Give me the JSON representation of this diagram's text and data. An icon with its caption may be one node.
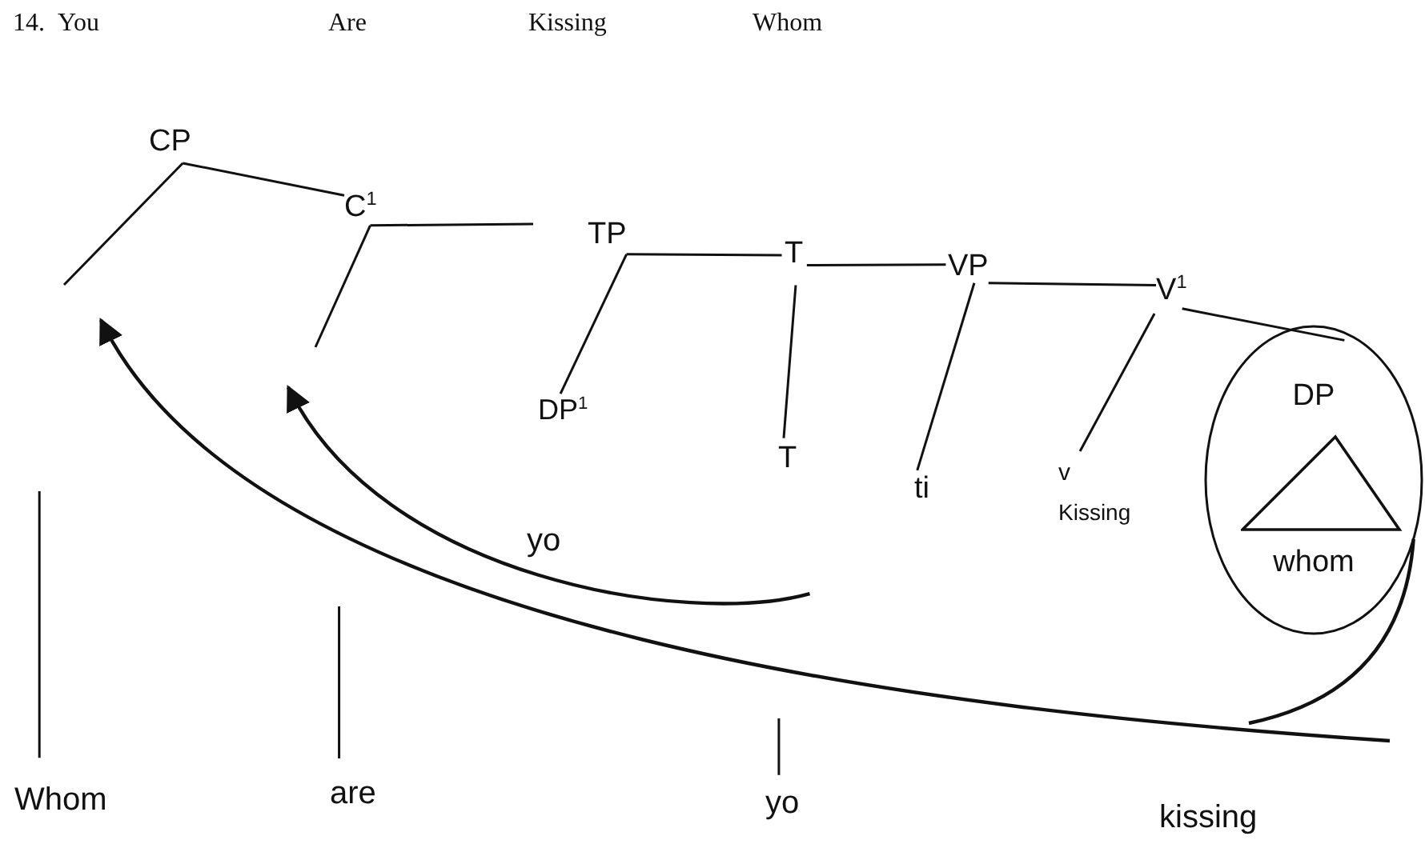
{
  "diagram": {
    "title": "14. You Are Kissing Whom",
    "nodes": [
      {
        "text": [
          "CP"
        ]
      },
      {
        "text": [
          "C$^{1}$"
        ]
      },
      {
        "text": [
          "TP"
        ]
      },
      {
        "text": [
          "T"
        ]
      },
      {
        "text": [
          "VP"
        ]
      },
      {
        "text": [
          "V$^{1}$"
        ]
      },
      {
        "text": [
          "DP",
          "whom"
        ]
      },
      {
        "text": [
          "DP$^{1}$"
        ]
      },
      {
        "text": [
          "T"
        ]
      },
      {
        "text": [
          "ti"
        ]
      },
      {
        "text": [
          "v",
          "Kissing"
        ]
      },
      {
        "text": [
          "yo"
        ]
      },
      {
        "text": [
          "Whom"
        ]
      },
      {
        "text": [
          "are"
        ]
      },
      {
        "text": [
          "yo"
        ]
      },
      {
        "text": [
          "kissing"
        ]
      },
      {
        "text": [],
        "shape": "triangle",
        "in": 6
      }
    ],
    "edges": [
      {
        "from": 0,
        "to": null,
        "arrow": "none"
      },
      {
        "from": 0,
        "to": 1,
        "arrow": "none"
      },
      {
        "from": 1,
        "to": null,
        "arrow": "none"
      },
      {
        "from": 1,
        "to": null,
        "arrow": "none"
      },
      {
        "from": 2,
        "to": 3,
        "arrow": "none"
      },
      {
        "from": 2,
        "to": 7,
        "arrow": "none"
      },
      {
        "from": 3,
        "to": 4,
        "arrow": "none"
      },
      {
        "from": 3,
        "to": 8,
        "arrow": "none"
      },
      {
        "from": 4,
        "to": 5,
        "arrow": "none"
      },
      {
        "from": 4,
        "to": 9,
        "arrow": "none"
      },
      {
        "from": 5,
        "to": 6,
        "arrow": "none"
      },
      {
        "from": 5,
        "to": 10,
        "arrow": "none"
      },
      {
        "from": null,
        "to": 12,
        "arrow": "none"
      },
      {
        "from": null,
        "to": 13,
        "arrow": "none"
      },
      {
        "from": null,
        "to": 14,
        "arrow": "none"
      },
      {
        "from": 8,
        "to": null,
        "arrow": "to"
      },
      {
        "from": 6,
        "to": null,
        "arrow": "to"
      }
    ]
  }
}
